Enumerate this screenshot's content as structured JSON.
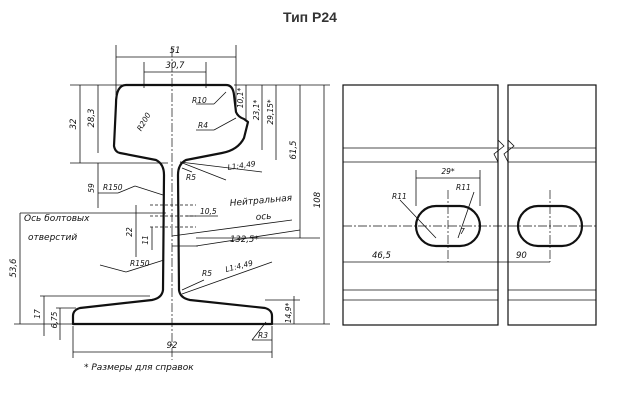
{
  "title": "Тип Р24",
  "dims": {
    "w51": "51",
    "w30_7": "30,7",
    "w92": "92",
    "h32": "32",
    "h28_3": "28,3",
    "h10_1": "10,1*",
    "h23_1": "23,1*",
    "h29_15": "29,15*",
    "h61_5": "61,5",
    "h108": "108",
    "h59": "59",
    "h53_6": "53,6",
    "h22": "22",
    "h11": "11",
    "h10_5": "10,5",
    "h132_5": "132,5*",
    "h17": "17",
    "h6_75": "6,75",
    "h14_9": "14,9*",
    "r200": "R200",
    "r10": "R10",
    "r4": "R4",
    "r5a": "R5",
    "r5b": "R5",
    "r150a": "R150",
    "r150b": "R150",
    "r3": "R3",
    "slope1": "L1:4,49",
    "slope2": "L1:4,49",
    "hole29": "29*",
    "r11a": "R11",
    "r11b": "R11",
    "hole7": "7",
    "d46_5": "46,5",
    "d90": "90"
  },
  "labels": {
    "bolt_axis_1": "Ось болтовых",
    "bolt_axis_2": "отверстий",
    "neutral_1": "Нейтральная",
    "neutral_2": "ось",
    "footnote": "* Размеры для справок"
  }
}
